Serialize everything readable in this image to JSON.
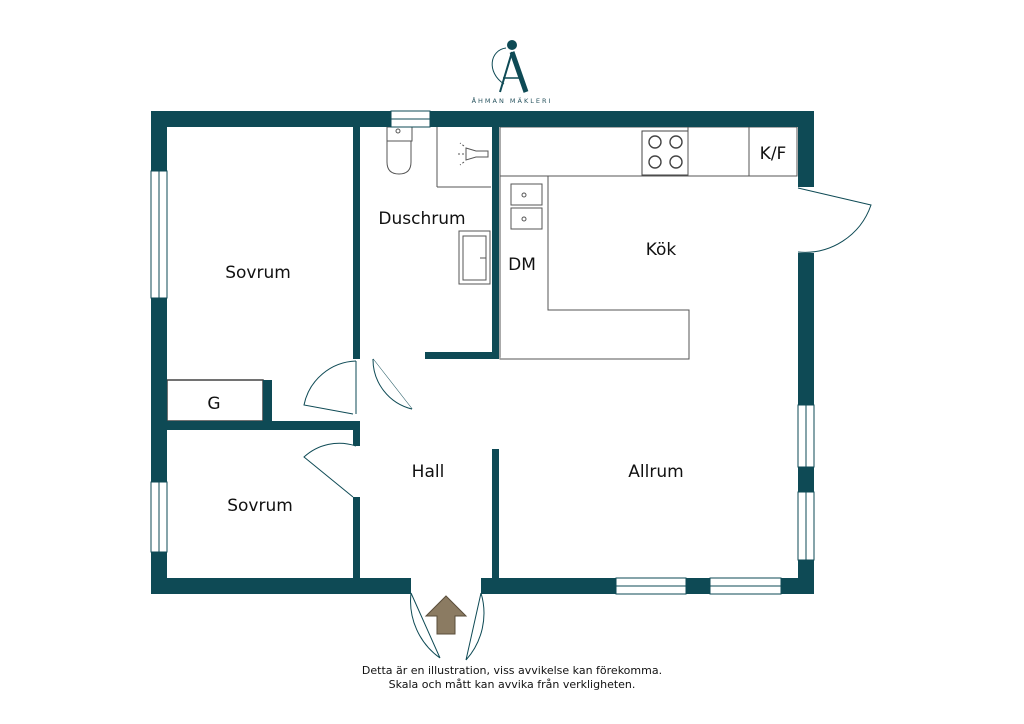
{
  "brand": {
    "name": "ÅHMAN MÄKLERI",
    "logo_icon": "ahman-a-logo-icon",
    "color": "#0e4a55"
  },
  "colors": {
    "wall": "#0e4a55",
    "entrance_arrow": "#8b7b62",
    "fixture_stroke": "#444444"
  },
  "rooms": {
    "bedroom_large": "Sovrum",
    "bedroom_small": "Sovrum",
    "bathroom": "Duschrum",
    "kitchen": "Kök",
    "dishwasher": "DM",
    "fridge_freezer": "K/F",
    "wardrobe": "G",
    "hall": "Hall",
    "living_room": "Allrum"
  },
  "disclaimer": {
    "line1": "Detta är en illustration, viss avvikelse kan förekomma.",
    "line2": "Skala och mått kan avvika från verkligheten."
  }
}
